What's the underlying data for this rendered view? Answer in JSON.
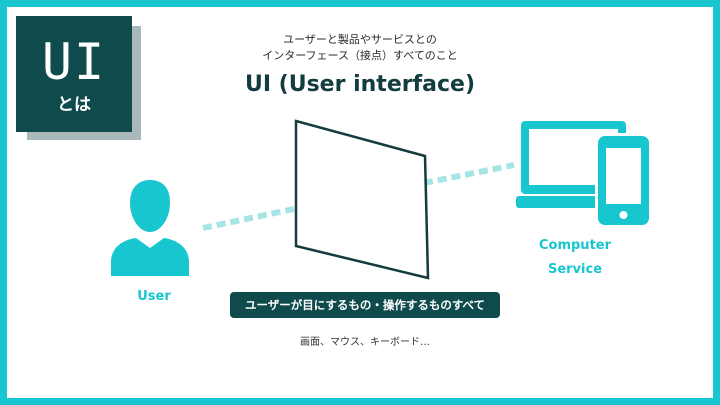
{
  "badge": {
    "big": "UI",
    "small": "とは"
  },
  "subtitle_line1": "ユーザーと製品やサービスとの",
  "subtitle_line2": "インターフェース（接点）すべてのこと",
  "title": "UI (User interface)",
  "user_label": "User",
  "computer_label_line1": "Computer",
  "computer_label_line2": "Service",
  "caption": "ユーザーが目にするもの・操作するものすべて",
  "examples": "画面、マウス、キーボード…",
  "icons": [
    "user-icon",
    "computer-monitor-icon",
    "smartphone-icon"
  ],
  "colors": {
    "accent": "#17c6cf",
    "dark": "#0f4b4d",
    "shadow": "#a9b9b9"
  }
}
